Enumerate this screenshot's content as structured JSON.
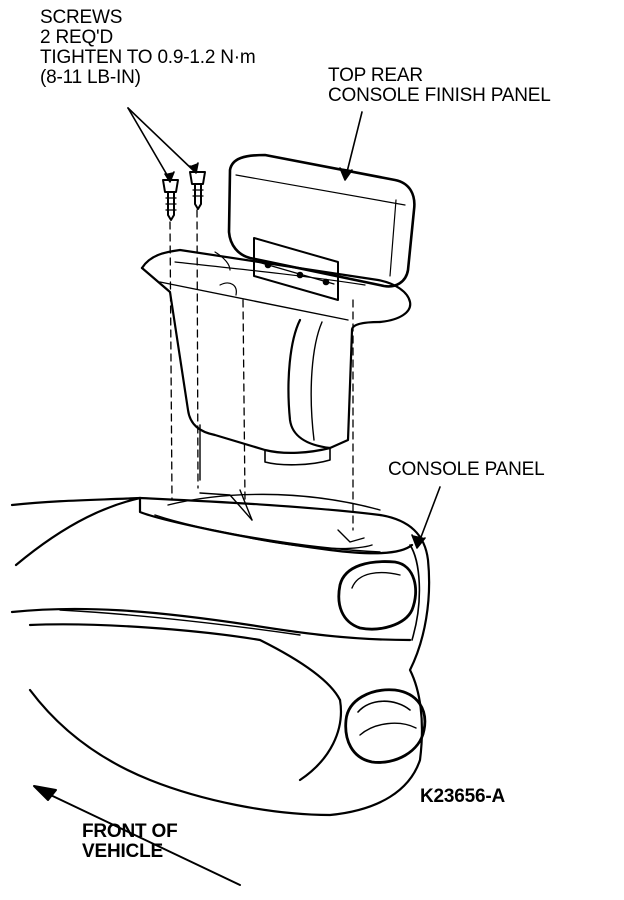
{
  "labels": {
    "screws": {
      "line1": "SCREWS",
      "line2": "2 REQ'D",
      "line3": "TIGHTEN TO 0.9-1.2 N·m",
      "line4": "(8-11 LB-IN)"
    },
    "top_rear_panel": {
      "line1": "TOP REAR",
      "line2": "CONSOLE FINISH PANEL"
    },
    "console_panel": "CONSOLE PANEL",
    "figure_id": "K23656-A",
    "front_of_vehicle": {
      "line1": "FRONT OF",
      "line2": "VEHICLE"
    }
  }
}
